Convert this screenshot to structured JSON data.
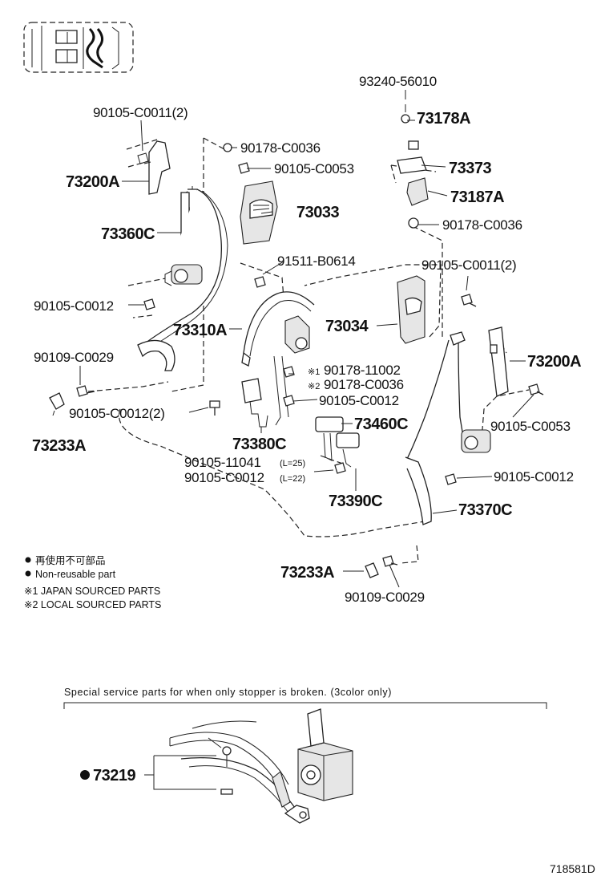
{
  "diagram": {
    "labels": {
      "p93240_56010": "93240-56010",
      "p73178A": "73178A",
      "p73373": "73373",
      "p73187A": "73187A",
      "p90178_C0036_top": "90178-C0036",
      "p90105_C0011_2_right": "90105-C0011(2)",
      "p73200A_right": "73200A",
      "p90105_C0053_right": "90105-C0053",
      "p90105_C0012_right": "90105-C0012",
      "p73370C": "73370C",
      "p73233A_bottom": "73233A",
      "p90109_C0029_bottom": "90109-C0029",
      "p90105_C0011_2_left": "90105-C0011(2)",
      "p90178_C0036_left": "90178-C0036",
      "p90105_C0053_left": "90105-C0053",
      "p73200A_left": "73200A",
      "p73033": "73033",
      "p73360C": "73360C",
      "p91511_B0614": "91511-B0614",
      "p90105_C0012_left": "90105-C0012",
      "p73310A": "73310A",
      "p73034": "73034",
      "p90109_C0029_left": "90109-C0029",
      "p90178_11002": "90178-11002",
      "p90178_C0036_mid": "90178-C0036",
      "mark1": "※1",
      "mark2": "※2",
      "p90105_C0012_mid": "90105-C0012",
      "p90105_C0012_2": "90105-C0012(2)",
      "p73460C": "73460C",
      "p73233A_left": "73233A",
      "p73380C": "73380C",
      "p90105_11041": "90105-11041",
      "p90105_11041_note": "(L=25)",
      "p90105_C0012_low": "90105-C0012",
      "p90105_C0012_low_note": "(L=22)",
      "p73390C": "73390C",
      "p73219": "73219"
    },
    "legend": {
      "line1": "再使用不可部品",
      "line2": "Non-reusable part",
      "line3": "※1 JAPAN SOURCED PARTS",
      "line4": "※2 LOCAL SOURCED PARTS"
    },
    "inset_caption": "Special service parts for when only stopper is broken. (3color only)",
    "figure_code": "718581D"
  }
}
